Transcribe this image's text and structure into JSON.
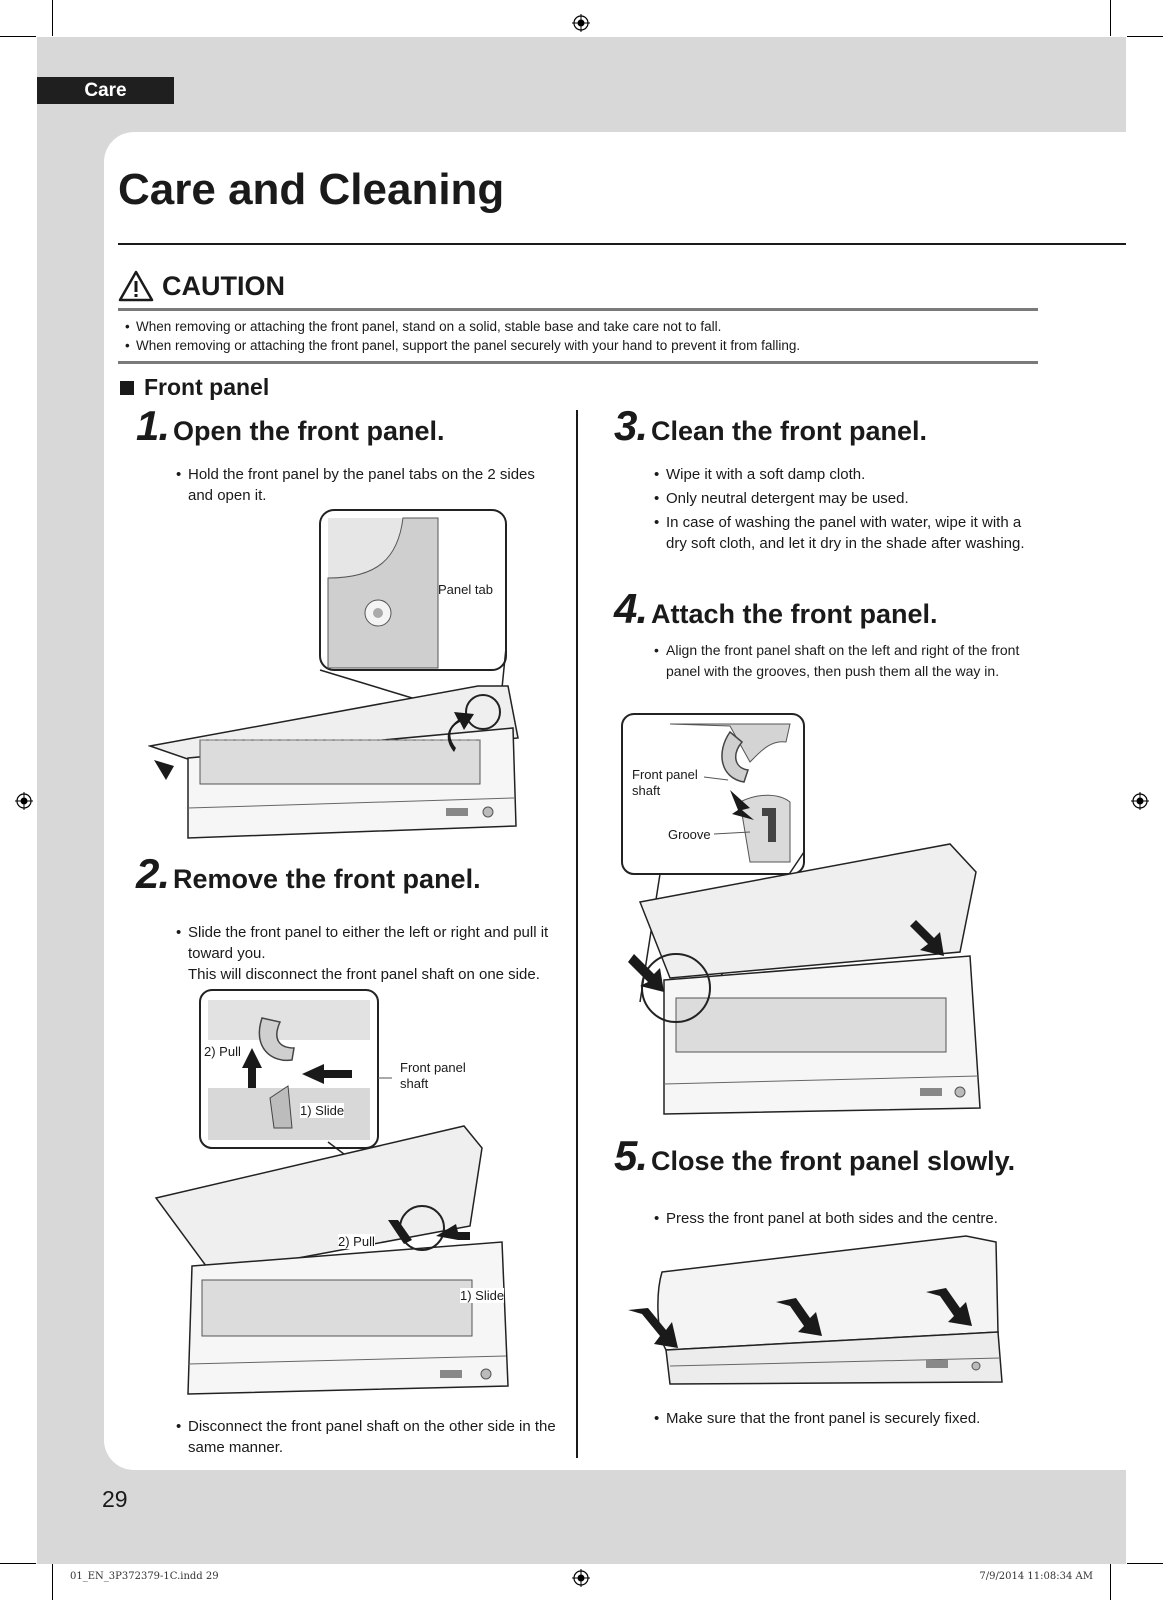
{
  "header": {
    "tab_label": "Care"
  },
  "page": {
    "title": "Care and Cleaning",
    "number": "29"
  },
  "caution": {
    "heading": "CAUTION",
    "items": [
      "When removing or attaching the front panel, stand on a solid, stable base and take care not to fall.",
      "When removing or attaching the front panel, support the panel securely with your hand to prevent it from falling."
    ]
  },
  "section": {
    "title": "Front panel"
  },
  "steps": [
    {
      "number": "1.",
      "title": "Open the front panel.",
      "bullets": [
        "Hold the front panel by the panel tabs on the 2 sides and open it."
      ],
      "labels": {
        "panel_tab": "Panel tab"
      }
    },
    {
      "number": "2.",
      "title": "Remove the front panel.",
      "bullets": [
        "Slide the front panel to either the left or right and pull it toward you."
      ],
      "continuation": "This will disconnect the front panel shaft on one side.",
      "labels": {
        "pull": "2) Pull",
        "slide": "1) Slide",
        "shaft_line1": "Front panel",
        "shaft_line2": "shaft"
      },
      "after": "Disconnect the front panel shaft on the other side in the same manner."
    },
    {
      "number": "3.",
      "title": "Clean the front panel.",
      "bullets": [
        "Wipe it with a soft damp cloth.",
        "Only neutral detergent may be used.",
        "In case of washing the panel with water, wipe it with a dry soft cloth, and let it dry in the shade after washing."
      ]
    },
    {
      "number": "4.",
      "title": "Attach the front panel.",
      "bullets": [
        "Align the front panel shaft on the left and right of the front panel with the grooves, then push them all the way in."
      ],
      "labels": {
        "shaft_line1": "Front panel",
        "shaft_line2": "shaft",
        "groove": "Groove"
      }
    },
    {
      "number": "5.",
      "title": "Close the front panel slowly.",
      "bullets": [
        "Press the front panel at both sides and the centre."
      ],
      "after": "Make sure that the front panel is securely fixed."
    }
  ],
  "footer": {
    "file": "01_EN_3P372379-1C.indd   29",
    "timestamp": "7/9/2014   11:08:34 AM"
  }
}
